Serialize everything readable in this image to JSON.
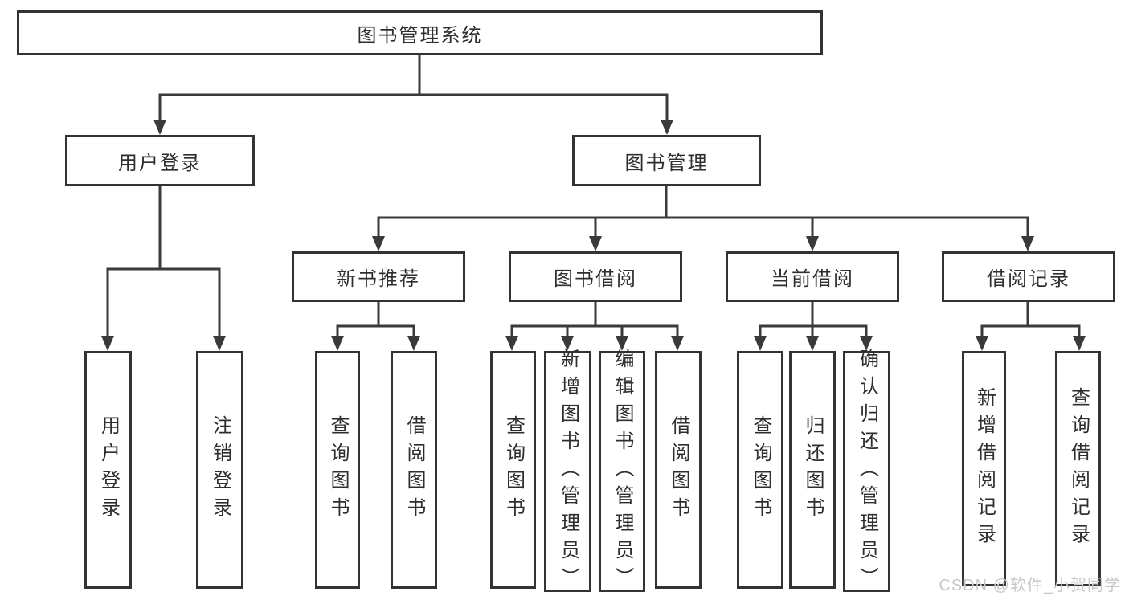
{
  "tree": {
    "root": {
      "label": "图书管理系统"
    },
    "level2": [
      {
        "label": "用户登录",
        "children": [
          {
            "label": "用户登录"
          },
          {
            "label": "注销登录"
          }
        ]
      },
      {
        "label": "图书管理",
        "children": [
          {
            "label": "新书推荐",
            "children": [
              {
                "label": "查询图书"
              },
              {
                "label": "借阅图书"
              }
            ]
          },
          {
            "label": "图书借阅",
            "children": [
              {
                "label": "查询图书"
              },
              {
                "label": "新增图书（管理员）"
              },
              {
                "label": "编辑图书（管理员）"
              },
              {
                "label": "借阅图书"
              }
            ]
          },
          {
            "label": "当前借阅",
            "children": [
              {
                "label": "查询图书"
              },
              {
                "label": "归还图书"
              },
              {
                "label": "确认归还（管理员）"
              }
            ]
          },
          {
            "label": "借阅记录",
            "children": [
              {
                "label": "新增借阅记录"
              },
              {
                "label": "查询借阅记录"
              }
            ]
          }
        ]
      }
    ]
  },
  "watermark": {
    "text": "CSDN @软件_小贺同学"
  },
  "colors": {
    "line": "#3a3a3a",
    "box_border": "#333333",
    "text": "#2e2e2e",
    "watermark": "#c8c8c8",
    "background": "#ffffff"
  }
}
